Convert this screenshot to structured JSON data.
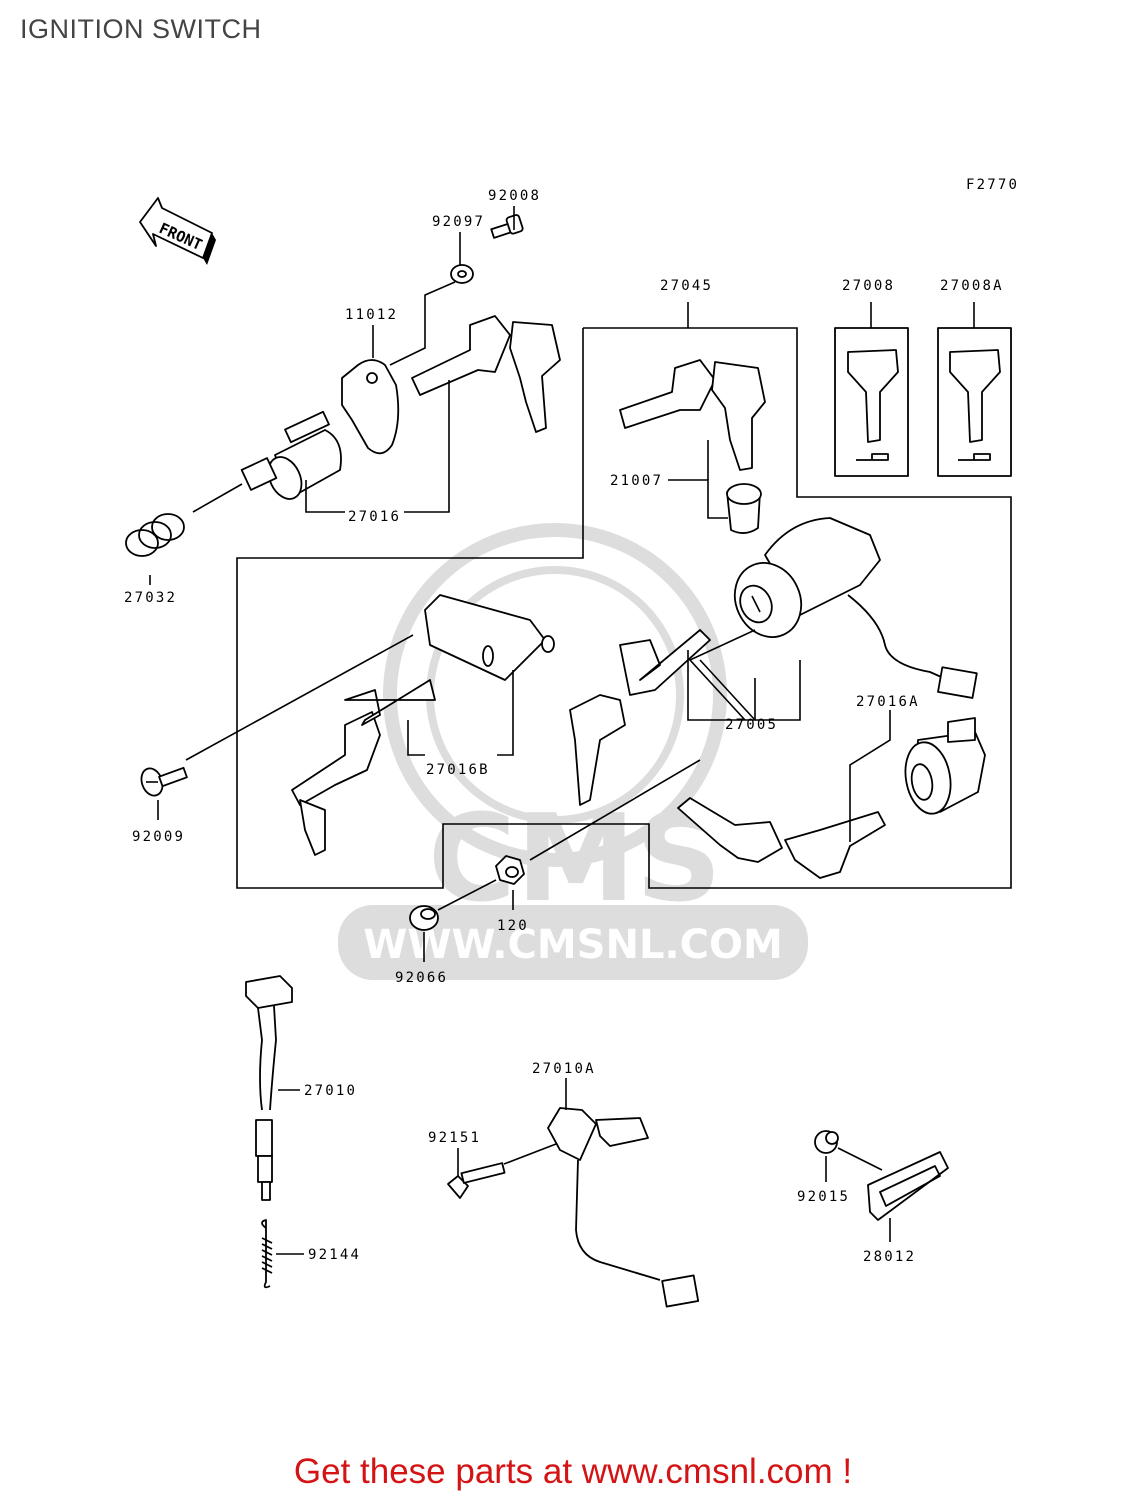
{
  "page": {
    "title": "IGNITION SWITCH"
  },
  "diagram": {
    "code": "F2770",
    "front_label": "FRONT",
    "watermark_url": "WWW.CMSNL.COM",
    "parts": [
      {
        "id": "p92008",
        "label": "92008"
      },
      {
        "id": "p92097",
        "label": "92097"
      },
      {
        "id": "p11012",
        "label": "11012"
      },
      {
        "id": "p27045",
        "label": "27045"
      },
      {
        "id": "p27008",
        "label": "27008"
      },
      {
        "id": "p27008A",
        "label": "27008A"
      },
      {
        "id": "p21007",
        "label": "21007"
      },
      {
        "id": "p27016",
        "label": "27016"
      },
      {
        "id": "p27032",
        "label": "27032"
      },
      {
        "id": "p27005",
        "label": "27005"
      },
      {
        "id": "p27016A",
        "label": "27016A"
      },
      {
        "id": "p27016B",
        "label": "27016B"
      },
      {
        "id": "p92009",
        "label": "92009"
      },
      {
        "id": "p120",
        "label": "120"
      },
      {
        "id": "p92066",
        "label": "92066"
      },
      {
        "id": "p27010",
        "label": "27010"
      },
      {
        "id": "p27010A",
        "label": "27010A"
      },
      {
        "id": "p92151",
        "label": "92151"
      },
      {
        "id": "p92015",
        "label": "92015"
      },
      {
        "id": "p28012",
        "label": "28012"
      },
      {
        "id": "p92144",
        "label": "92144"
      }
    ]
  },
  "footer": {
    "text": "Get these parts at www.cmsnl.com !",
    "color": "#d41414"
  }
}
